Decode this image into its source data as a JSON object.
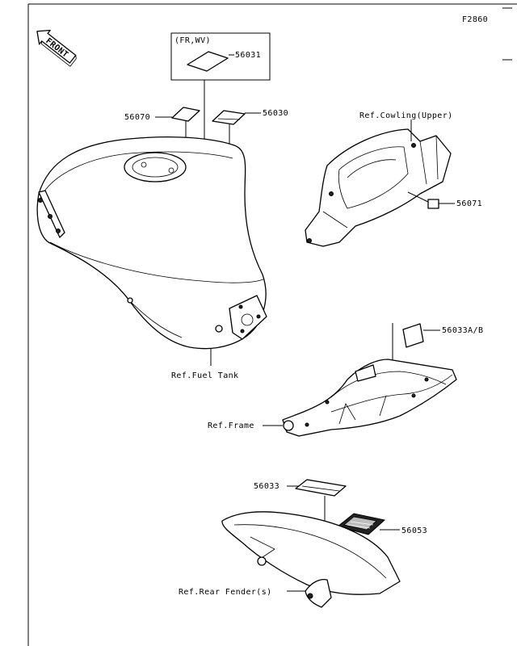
{
  "figure_code": "F2860",
  "front_label": "FRONT",
  "variant_label": "(FR,WV)",
  "parts": {
    "p56031": "56031",
    "p56070": "56070",
    "p56030": "56030",
    "p56071": "56071",
    "p56033ab": "56033A/B",
    "p56033": "56033",
    "p56053": "56053"
  },
  "references": {
    "cowling": "Ref.Cowling(Upper)",
    "fuel_tank": "Ref.Fuel Tank",
    "frame": "Ref.Frame",
    "rear_fender": "Ref.Rear Fender(s)"
  }
}
